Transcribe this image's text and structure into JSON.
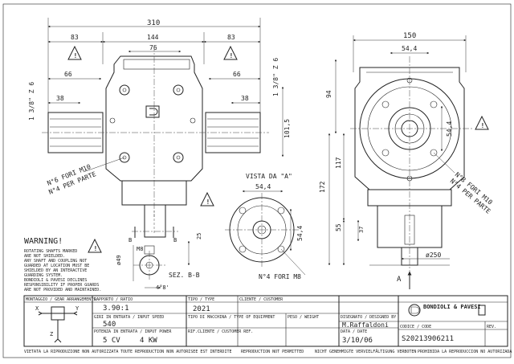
{
  "dims_left": {
    "overall": "310",
    "left_shaft": "83",
    "body": "144",
    "right_shaft": "83",
    "top_flange": "76",
    "left_66": "66",
    "right_66": "66",
    "left_38": "38",
    "right_38": "38",
    "spline_l": "1 3/8\" Z 6",
    "spline_r": "1 3/8\" Z 6",
    "height_1015": "101,5",
    "holes_note_1": "N°6 FORI M10",
    "holes_note_2": "N°4 PER PARTE"
  },
  "dims_right": {
    "width_150": "150",
    "d54_top": "54,4",
    "h94": "94",
    "h117": "117",
    "h172": "172",
    "h55": "55",
    "h37": "37",
    "d54_side": "54,4",
    "phi250": "ø250",
    "holes_note_1": "N°8 FORI M10",
    "holes_note_2": "N°4 PER PARTE",
    "view_arrow": "A"
  },
  "view_a": {
    "title": "VISTA DA \"A\"",
    "d54_top": "54,4",
    "d54_side": "54,4",
    "holes": "N°4 FORI M8"
  },
  "section": {
    "title": "SEZ. B-B",
    "d_left": "ø49",
    "m8": "M8",
    "w25": "25",
    "angle": "4°8'"
  },
  "warning": {
    "title": "WARNING!",
    "lines": [
      "ROTATING SHAFTS MARKED",
      "ARE NOT SHIELDED.",
      "ANY SHAFT AND COUPLING NOT",
      "GUARDED AT LOCATION MUST BE",
      "SHIELDED BY AN INTERACTIVE",
      "GUARDING SYSTEM.",
      "BONDIOLI & PAVESI DECLINES",
      "RESPONSIBILITY IF PROPER GUARDS",
      "ARE NOT PROVIDED AND MAINTAINED."
    ]
  },
  "title_block": {
    "arrangement_label": "MONTAGGIO / GEAR ARRANGEMENTS",
    "ratio_label": "RAPPORTO / RATIO",
    "ratio": "3.90:1",
    "input_speed_label": "GIRI IN ENTRATA / INPUT SPEED",
    "input_speed": "540",
    "power_label": "POTENZA IN ENTRATA / INPUT POWER",
    "power_cv": "5 CV",
    "power_kw": "4 KW",
    "type_label": "TIPO / TYPE",
    "type": "2021",
    "client_label": "CLIENTE / CUSTOMER",
    "equipment_label": "TIPO DI MACCHINA / TYPE OF EQUIPMENT",
    "weight_label": "PESO / WEIGHT",
    "customer_ref_label": "RIF.CLIENTE / CUSTOMER REF.",
    "designer_label": "DISEGNATO / DESIGNED BY",
    "designer": "M.Raffaldoni",
    "date_label": "DATA / DATE",
    "date": "3/10/06",
    "code_label": "CODICE / CODE",
    "code": "S20213906211",
    "rev_label": "REV.",
    "brand": "BONDIOLI & PAVESI",
    "footer_1": "VIETATA LA RIPRODUZIONE NON AUTORIZZATA",
    "footer_2": "TOUTE REPRODUCTION NON AUTORISEE EST INTERDITE",
    "footer_3": "REPRODUCTION NOT PERMITTED",
    "footer_4": "NICHT GENEHMIGTE VERVIELFÄLTIGUNG VERBOTEN",
    "footer_5": "PROHIBIDA LA REPRODUCCION NO AUTORIZADA"
  }
}
